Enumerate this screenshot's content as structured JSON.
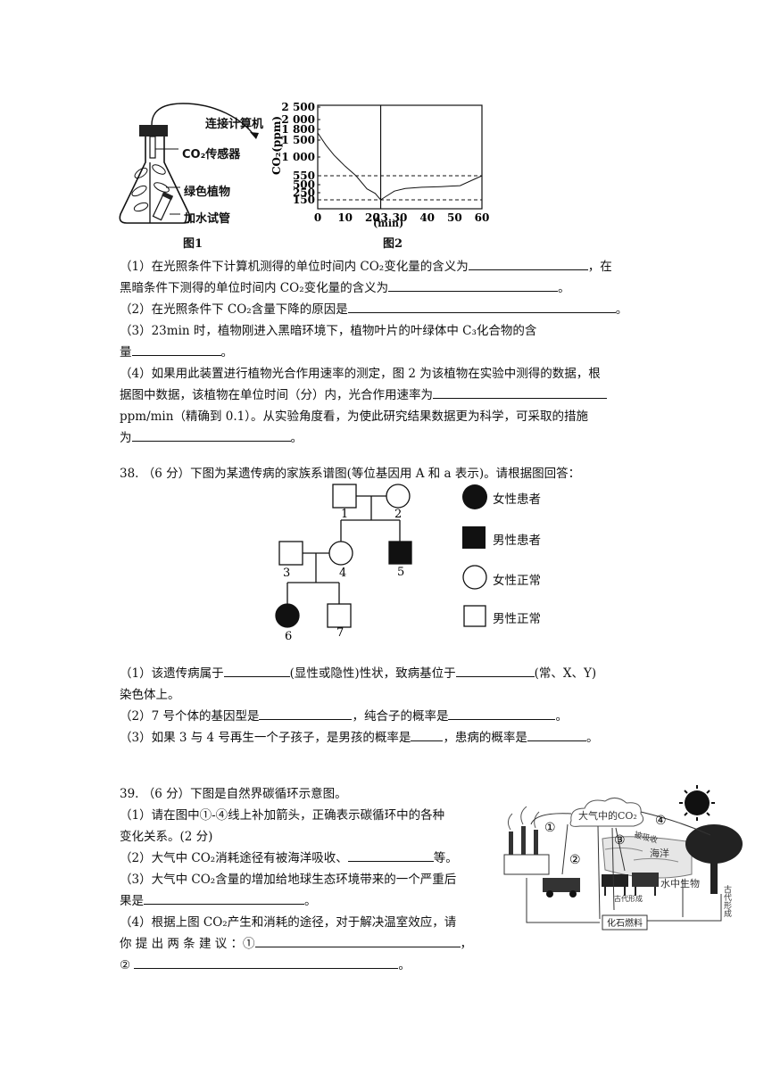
{
  "fig1": {
    "label_computer": "连接计算机",
    "label_sensor": "CO₂传感器",
    "label_plant": "绿色植物",
    "label_tube": "加水试管",
    "caption": "图1"
  },
  "fig2": {
    "caption": "图2",
    "ylabel": "CO₂(ppm)",
    "xlabel": "(min)",
    "yticks": [
      "2 500",
      "2 000",
      "1 800",
      "1 500",
      "1 000",
      "550",
      "500",
      "250",
      "150"
    ],
    "xticks": [
      "0",
      "10",
      "20",
      "23",
      "30",
      "40",
      "50",
      "60"
    ]
  },
  "chart_data": {
    "type": "line",
    "xlabel": "(min)",
    "ylabel": "CO₂(ppm)",
    "xlim": [
      0,
      60
    ],
    "ylim": [
      0,
      2500
    ],
    "x": [
      0,
      3,
      6,
      10,
      14,
      18,
      21,
      23,
      25,
      28,
      32,
      38,
      45,
      52,
      60
    ],
    "values": [
      1700,
      1350,
      1050,
      780,
      550,
      370,
      240,
      150,
      200,
      300,
      380,
      420,
      440,
      470,
      550
    ],
    "reference_lines": {
      "y": [
        550,
        150
      ],
      "x": [
        23
      ]
    }
  },
  "q37": {
    "l1a": "（1）在光照条件下计算机测得的单位时间内 CO₂变化量的含义为",
    "l1b": "，在",
    "l2a": "黑暗条件下测得的单位时间内 CO₂变化量的含义为",
    "l2b": "。",
    "l3a": "（2）在光照条件下 CO₂含量下降的原因是",
    "l3b": "。",
    "l4": "（3）23min 时，植物刚进入黑暗环境下，植物叶片的叶绿体中 C₃化合物的含",
    "l5a": "量",
    "l5b": "。",
    "l6": "（4）如果用此装置进行植物光合作用速率的测定，图 2 为该植物在实验中测得的数据，根",
    "l7a": "据图中数据，该植物在单位时间（分）内，光合作用速率为",
    "l8": "ppm/min（精确到 0.1）。从实验角度看，为使此研究结果数据更为科学，可采取的措施",
    "l9a": "为",
    "l9b": "。"
  },
  "q38": {
    "title": "38.  （6 分）下图为某遗传病的家族系谱图(等位基因用 A 和 a 表示)。请根据图回答：",
    "nums": [
      "1",
      "2",
      "3",
      "4",
      "5",
      "6",
      "7"
    ],
    "legend": [
      "女性患者",
      "男性患者",
      "女性正常",
      "男性正常"
    ],
    "l1a": "（1）该遗传病属于",
    "l1b": "(显性或隐性)性状，致病基位于",
    "l1c": "(常、X、Y)",
    "l2": "染色体上。",
    "l3a": "（2）7 号个体的基因型是",
    "l3b": "，纯合子的概率是",
    "l3c": "。",
    "l4a": "（3）如果 3 与 4 号再生一个子孩子，是男孩的概率是",
    "l4b": "，患病的概率是",
    "l4c": "。"
  },
  "q39": {
    "title": "39. （6 分）下图是自然界碳循环示意图。",
    "l1": "（1）请在图中①-④线上补加箭头，正确表示碳循环中的各种",
    "l2": "变化关系。(2 分)",
    "l3a": "（2）大气中 CO₂消耗途径有被海洋吸收、",
    "l3b": "等。",
    "l4": "（3）大气中 CO₂含量的增加给地球生态环境带来的一个严重后",
    "l5a": "果是",
    "l5b": "。",
    "l6": "（4）根据上图 CO₂产生和消耗的途径，对于解决温室效应，请",
    "l7a": "你 提 出 两 条 建 议 ：①",
    "l7b": "，",
    "l8a": "②",
    "l8b": "。",
    "diagram": {
      "atmosphere": "大气中的CO₂",
      "absorb": "被吸收",
      "ocean": "海洋",
      "aquatic": "水中生物",
      "ancient_right": "古代形成",
      "ancient_mid": "古代形成",
      "fossil": "化石燃料",
      "circled": [
        "①",
        "②",
        "③",
        "④"
      ]
    }
  }
}
